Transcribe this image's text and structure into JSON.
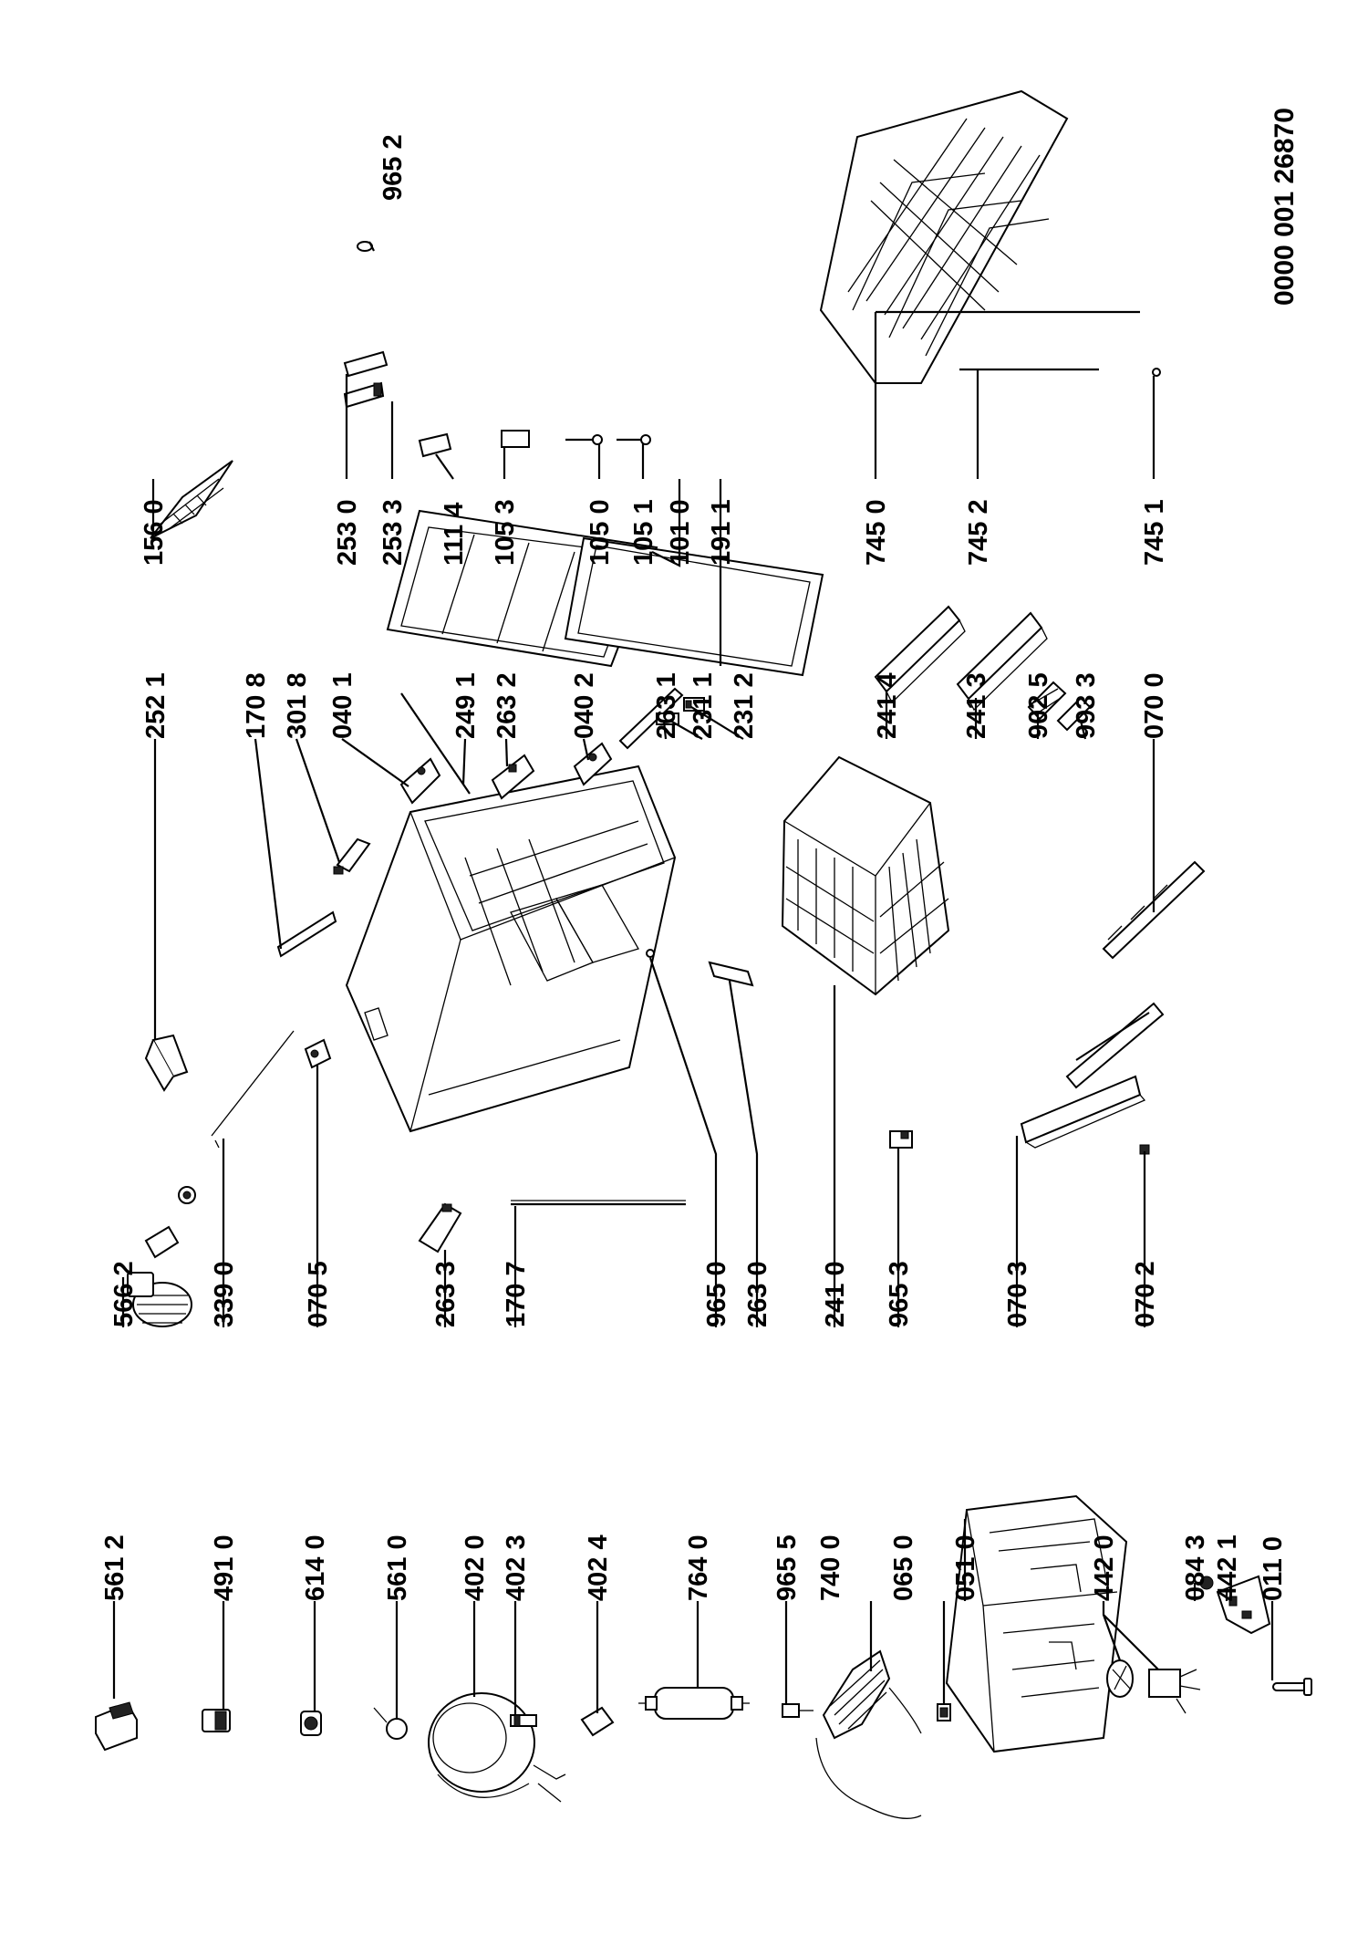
{
  "document_number": "0000 001 26870",
  "parts": [
    {
      "id": "lbl-561-2",
      "text": "561 2"
    },
    {
      "id": "lbl-491-0",
      "text": "491 0"
    },
    {
      "id": "lbl-614-0",
      "text": "614 0"
    },
    {
      "id": "lbl-561-0",
      "text": "561 0"
    },
    {
      "id": "lbl-402-0",
      "text": "402 0"
    },
    {
      "id": "lbl-402-3",
      "text": "402 3"
    },
    {
      "id": "lbl-402-4",
      "text": "402 4"
    },
    {
      "id": "lbl-764-0",
      "text": "764 0"
    },
    {
      "id": "lbl-965-5",
      "text": "965 5"
    },
    {
      "id": "lbl-740-0",
      "text": "740 0"
    },
    {
      "id": "lbl-065-0",
      "text": "065 0"
    },
    {
      "id": "lbl-051-0",
      "text": "051 0"
    },
    {
      "id": "lbl-442-0",
      "text": "442 0"
    },
    {
      "id": "lbl-084-3",
      "text": "084 3"
    },
    {
      "id": "lbl-442-1",
      "text": "442 1"
    },
    {
      "id": "lbl-011-0",
      "text": "011 0"
    },
    {
      "id": "lbl-566-2",
      "text": "566 2"
    },
    {
      "id": "lbl-339-0",
      "text": "339 0"
    },
    {
      "id": "lbl-070-5",
      "text": "070 5"
    },
    {
      "id": "lbl-263-3",
      "text": "263 3"
    },
    {
      "id": "lbl-170-7",
      "text": "170 7"
    },
    {
      "id": "lbl-965-0",
      "text": "965 0"
    },
    {
      "id": "lbl-263-0",
      "text": "263 0"
    },
    {
      "id": "lbl-241-0",
      "text": "241 0"
    },
    {
      "id": "lbl-965-3",
      "text": "965 3"
    },
    {
      "id": "lbl-070-3",
      "text": "070 3"
    },
    {
      "id": "lbl-070-2",
      "text": "070 2"
    },
    {
      "id": "lbl-252-1",
      "text": "252 1"
    },
    {
      "id": "lbl-170-8",
      "text": "170 8"
    },
    {
      "id": "lbl-301-8",
      "text": "301 8"
    },
    {
      "id": "lbl-040-1",
      "text": "040 1"
    },
    {
      "id": "lbl-249-1",
      "text": "249 1"
    },
    {
      "id": "lbl-263-2",
      "text": "263 2"
    },
    {
      "id": "lbl-040-2",
      "text": "040 2"
    },
    {
      "id": "lbl-263-1",
      "text": "263 1"
    },
    {
      "id": "lbl-231-1",
      "text": "231 1"
    },
    {
      "id": "lbl-231-2",
      "text": "231 2"
    },
    {
      "id": "lbl-241-4",
      "text": "241 4"
    },
    {
      "id": "lbl-241-3",
      "text": "241 3"
    },
    {
      "id": "lbl-902-5",
      "text": "902 5"
    },
    {
      "id": "lbl-993-3",
      "text": "993 3"
    },
    {
      "id": "lbl-070-0",
      "text": "070 0"
    },
    {
      "id": "lbl-156-0",
      "text": "156 0"
    },
    {
      "id": "lbl-253-0",
      "text": "253 0"
    },
    {
      "id": "lbl-253-3",
      "text": "253 3"
    },
    {
      "id": "lbl-111-4",
      "text": "111 4"
    },
    {
      "id": "lbl-105-3",
      "text": "105 3"
    },
    {
      "id": "lbl-105-0",
      "text": "105 0"
    },
    {
      "id": "lbl-105-1",
      "text": "105 1"
    },
    {
      "id": "lbl-101-0",
      "text": "101 0"
    },
    {
      "id": "lbl-191-1",
      "text": "191 1"
    },
    {
      "id": "lbl-745-0",
      "text": "745 0"
    },
    {
      "id": "lbl-745-2",
      "text": "745 2"
    },
    {
      "id": "lbl-745-1",
      "text": "745 1"
    },
    {
      "id": "lbl-965-2",
      "text": "965 2"
    }
  ]
}
